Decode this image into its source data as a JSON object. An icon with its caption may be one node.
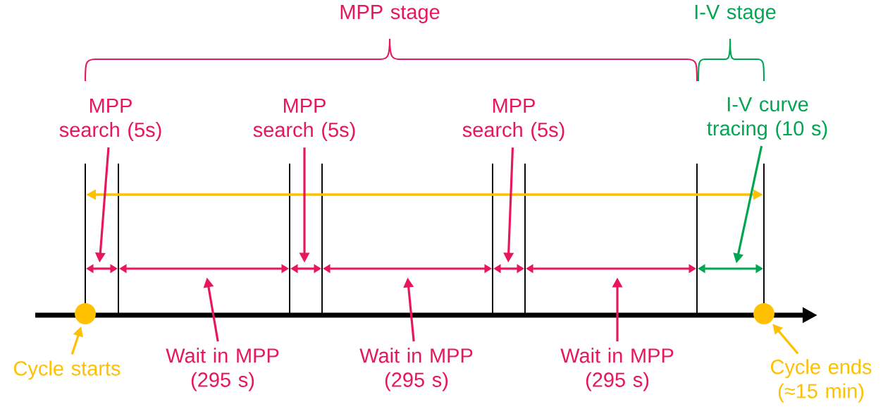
{
  "diagram": {
    "nodes": [
      {
        "text": [
          "MPP stage"
        ]
      },
      {
        "text": [
          "I-V stage"
        ]
      },
      {
        "text": [
          "MPP search (5s)"
        ]
      },
      {
        "text": [
          "MPP search (5s)"
        ]
      },
      {
        "text": [
          "MPP search (5s)"
        ]
      },
      {
        "text": [
          "I-V curve tracing (10 s)"
        ]
      },
      {
        "text": [
          "Wait in MPP (295 s)"
        ]
      },
      {
        "text": [
          "Wait in MPP (295 s)"
        ]
      },
      {
        "text": [
          "Wait in MPP (295 s)"
        ]
      },
      {
        "text": [
          "Cycle starts"
        ]
      },
      {
        "text": [
          "Cycle ends (≈15 min)"
        ]
      },
      {
        "text": [],
        "shape": "circle"
      },
      {
        "text": [],
        "shape": "circle"
      }
    ],
    "edges": [
      {
        "from": 2,
        "to": null,
        "arrow": "to"
      },
      {
        "from": 3,
        "to": null,
        "arrow": "to"
      },
      {
        "from": 4,
        "to": null,
        "arrow": "to"
      },
      {
        "from": 5,
        "to": null,
        "arrow": "to",
        "color": "#00a651"
      },
      {
        "from": 6,
        "to": null,
        "arrow": "to"
      },
      {
        "from": 7,
        "to": null,
        "arrow": "to"
      },
      {
        "from": 8,
        "to": null,
        "arrow": "to"
      },
      {
        "from": 9,
        "to": 11,
        "arrow": "to",
        "color": "#ffc000"
      },
      {
        "from": 10,
        "to": 12,
        "arrow": "to",
        "color": "#ffc000"
      }
    ]
  }
}
